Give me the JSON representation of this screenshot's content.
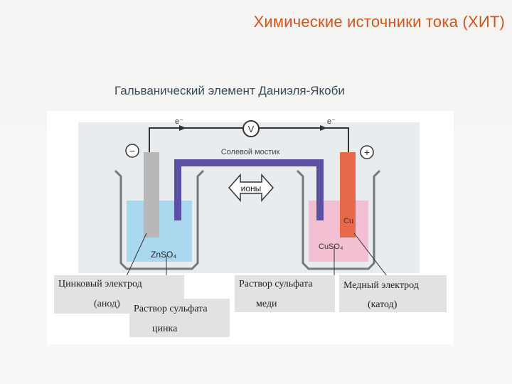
{
  "title": "Химические источники тока (ХИТ)",
  "subtitle": "Гальванический элемент   Даниэля-Якоби",
  "diagram": {
    "electron_left": "e⁻",
    "electron_right": "e⁻",
    "voltmeter": "V",
    "salt_bridge": "Солевой мостик",
    "ions": "ионы",
    "minus": "−",
    "plus": "+",
    "zn_solution": "ZnSO₄",
    "cu_label": "Cu",
    "cu_solution": "CuSO₄"
  },
  "labels": {
    "zinc_electrode_line1": "Цинковый электрод",
    "zinc_electrode_line2": "(анод)",
    "zinc_sulfate_line1": "Раствор сульфата",
    "zinc_sulfate_line2": "цинка",
    "copper_sulfate_line1": "Раствор сульфата",
    "copper_sulfate_line2": "меди",
    "copper_electrode_line1": "Медный электрод",
    "copper_electrode_line2": "(катод)"
  },
  "colors": {
    "title": "#d4541c",
    "zn_solution": "#a9d8ee",
    "cu_solution": "#f2bfd3",
    "salt_bridge": "#5b4fa6",
    "copper_electrode": "#e8684a",
    "zinc_electrode": "#b8b8b8"
  }
}
